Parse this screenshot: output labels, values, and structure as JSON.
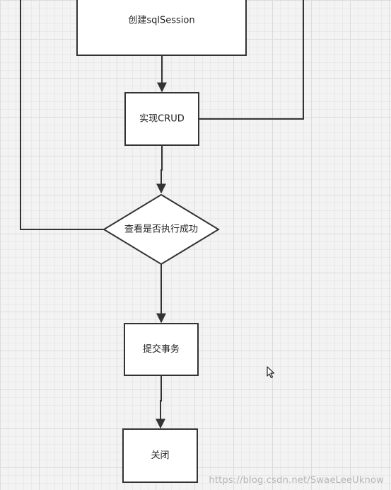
{
  "nodes": {
    "create_session": "创建sqlSession",
    "crud": "实现CRUD",
    "check_success": "查看是否执行成功",
    "commit": "提交事务",
    "close": "关闭"
  },
  "watermark": "https://blog.csdn.net/SwaeLeeUknow",
  "colors": {
    "line": "#333333",
    "node_fill": "#ffffff",
    "grid": "#dcdcdc"
  }
}
